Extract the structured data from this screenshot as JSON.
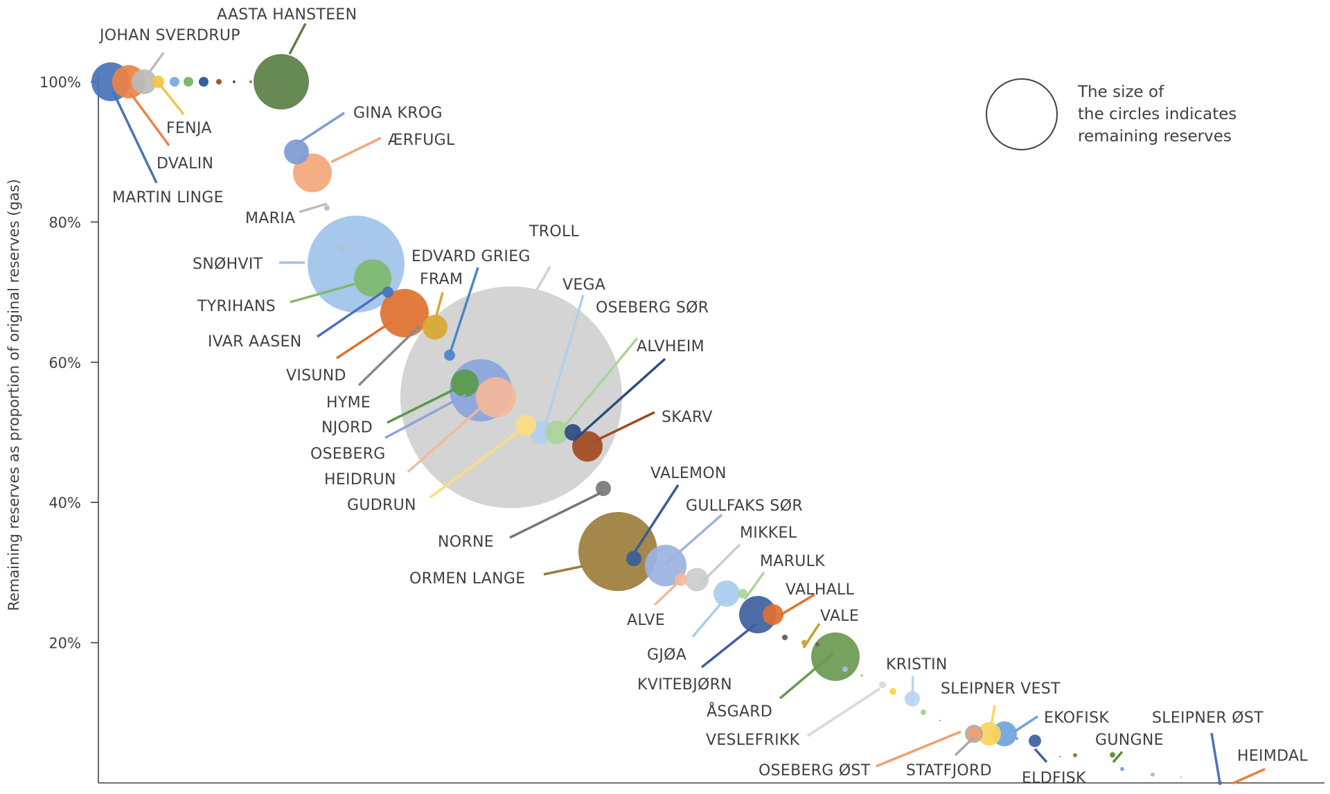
{
  "chart_data": {
    "type": "scatter",
    "ylabel": "Remaining reserves as proportion of original reserves (gas)",
    "y_ticks": [
      "20%",
      "40%",
      "60%",
      "80%",
      "100%"
    ],
    "ylim": [
      0,
      100
    ],
    "grid": false,
    "legend_note": "The size of the circles indicates remaining reserves",
    "fields": [
      {
        "name": "MARTIN LINGE",
        "y": 100,
        "color": "#4a72b8"
      },
      {
        "name": "DVALIN",
        "y": 100,
        "color": "#ee8244"
      },
      {
        "name": "JOHAN SVERDRUP",
        "y": 100,
        "color": "#bbbbbb"
      },
      {
        "name": "FENJA",
        "y": 100,
        "color": "#f5c342"
      },
      {
        "name": "AASTA HANSTEEN",
        "y": 100,
        "color": "#5a7f44"
      },
      {
        "name": "GINA KROG",
        "y": 90,
        "color": "#7d9bd3"
      },
      {
        "name": "ÆRFUGL",
        "y": 87,
        "color": "#f4a678"
      },
      {
        "name": "MARIA",
        "y": 82,
        "color": "#bbbbbb"
      },
      {
        "name": "SNØHVIT",
        "y": 74,
        "color": "#9fc3e8"
      },
      {
        "name": "TYRIHANS",
        "y": 72,
        "color": "#7fb86c"
      },
      {
        "name": "IVAR AASEN",
        "y": 70,
        "color": "#4a72b8"
      },
      {
        "name": "VISUND",
        "y": 67,
        "color": "#e07030"
      },
      {
        "name": "FRAM",
        "y": 65,
        "color": "#d7a830"
      },
      {
        "name": "HYME",
        "y": 65,
        "color": "#888888"
      },
      {
        "name": "EDVARD GRIEG",
        "y": 61,
        "color": "#4a86c8"
      },
      {
        "name": "TROLL",
        "y": 55,
        "color": "#d0d0d0"
      },
      {
        "name": "NJORD",
        "y": 57,
        "color": "#5a9a4a"
      },
      {
        "name": "OSEBERG",
        "y": 56,
        "color": "#8aa5dc"
      },
      {
        "name": "HEIDRUN",
        "y": 55,
        "color": "#f4b998"
      },
      {
        "name": "GUDRUN",
        "y": 51,
        "color": "#fddc80"
      },
      {
        "name": "VEGA",
        "y": 50,
        "color": "#b0d0ee"
      },
      {
        "name": "OSEBERG SØR",
        "y": 50,
        "color": "#aad49a"
      },
      {
        "name": "ALVHEIM",
        "y": 50,
        "color": "#2f4a80"
      },
      {
        "name": "SKARV",
        "y": 48,
        "color": "#a04a20"
      },
      {
        "name": "NORNE",
        "y": 42,
        "color": "#777777"
      },
      {
        "name": "VALEMON",
        "y": 32,
        "color": "#365e98"
      },
      {
        "name": "ORMEN LANGE",
        "y": 33,
        "color": "#9c7e3c"
      },
      {
        "name": "GULLFAKS SØR",
        "y": 31,
        "color": "#9cb2e2"
      },
      {
        "name": "MIKKEL",
        "y": 29,
        "color": "#cccccc"
      },
      {
        "name": "ALVE",
        "y": 29,
        "color": "#f4b998"
      },
      {
        "name": "GJØA",
        "y": 27,
        "color": "#a8cdf0"
      },
      {
        "name": "MARULK",
        "y": 27,
        "color": "#aad49a"
      },
      {
        "name": "KVITEBJØRN",
        "y": 24,
        "color": "#3e5f9e"
      },
      {
        "name": "VALHALL",
        "y": 24,
        "color": "#e07030"
      },
      {
        "name": "VALE",
        "y": 20,
        "color": "#c7a030"
      },
      {
        "name": "ÅSGARD",
        "y": 18,
        "color": "#6a9a50"
      },
      {
        "name": "KRISTIN",
        "y": 12,
        "color": "#b8d4f2"
      },
      {
        "name": "VESLEFRIKK",
        "y": 14,
        "color": "#d8d8d8"
      },
      {
        "name": "SLEIPNER VEST",
        "y": 7,
        "color": "#fcd45a"
      },
      {
        "name": "OSEBERG ØST",
        "y": 7,
        "color": "#f0a070"
      },
      {
        "name": "STATFJORD",
        "y": 7,
        "color": "#aaaaaa"
      },
      {
        "name": "EKOFISK",
        "y": 7,
        "color": "#6ca4dc"
      },
      {
        "name": "ELDFISK",
        "y": 6,
        "color": "#3e5f9e"
      },
      {
        "name": "GUNGNE",
        "y": 4,
        "color": "#5a8a3c"
      },
      {
        "name": "SLEIPNER ØST",
        "y": 0,
        "color": "#4a72b8"
      },
      {
        "name": "HEIMDAL",
        "y": 0,
        "color": "#e88040"
      }
    ]
  }
}
